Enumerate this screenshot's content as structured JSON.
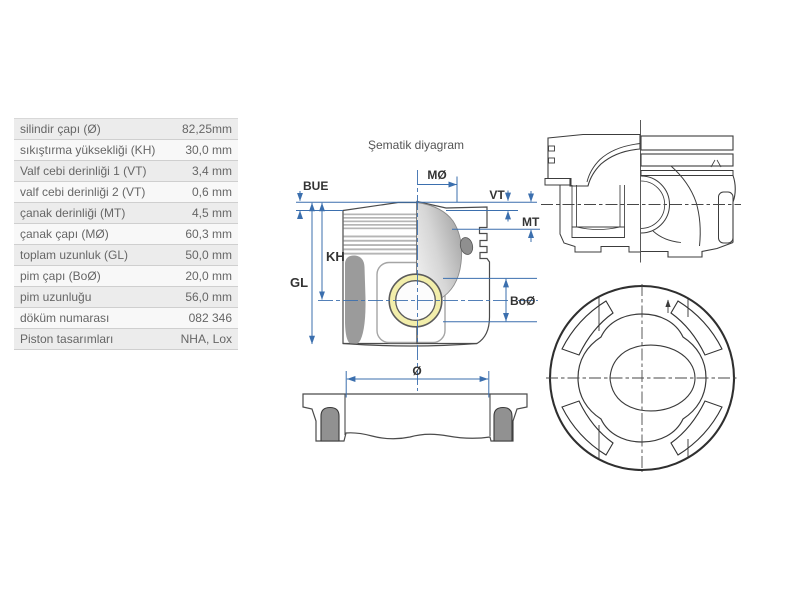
{
  "spec_table": {
    "rows": [
      {
        "label": "silindir çapı (Ø)",
        "value": "82,25mm"
      },
      {
        "label": "sıkıştırma yüksekliği (KH)",
        "value": "30,0 mm"
      },
      {
        "label": "Valf cebi derinliği 1 (VT)",
        "value": "3,4 mm"
      },
      {
        "label": "valf cebi derinliği 2 (VT)",
        "value": "0,6 mm"
      },
      {
        "label": "çanak derinliği (MT)",
        "value": "4,5 mm"
      },
      {
        "label": "çanak çapı (MØ)",
        "value": "60,3 mm"
      },
      {
        "label": "toplam uzunluk (GL)",
        "value": "50,0 mm"
      },
      {
        "label": "pim çapı (BoØ)",
        "value": "20,0 mm"
      },
      {
        "label": "pim uzunluğu",
        "value": "56,0 mm"
      },
      {
        "label": "döküm numarası",
        "value": "082 346"
      },
      {
        "label": "Piston tasarımları",
        "value": "NHA, Lox"
      }
    ]
  },
  "diagram": {
    "title": "Şematik diyagram",
    "labels": {
      "bue": "BUE",
      "mo": "MØ",
      "vt": "VT",
      "mt": "MT",
      "kh": "KH",
      "gl": "GL",
      "bo": "BoØ",
      "dia": "Ø"
    }
  },
  "colors": {
    "dimension_blue": "#3b6fae",
    "outline_dark": "#3f3f3f",
    "pin_ring_yellow": "#f2eeab",
    "table_row_odd": "#ececec",
    "table_row_even": "#f8f8f8",
    "table_border": "#cfcfcf",
    "table_text": "#666666",
    "title_text": "#555555"
  }
}
